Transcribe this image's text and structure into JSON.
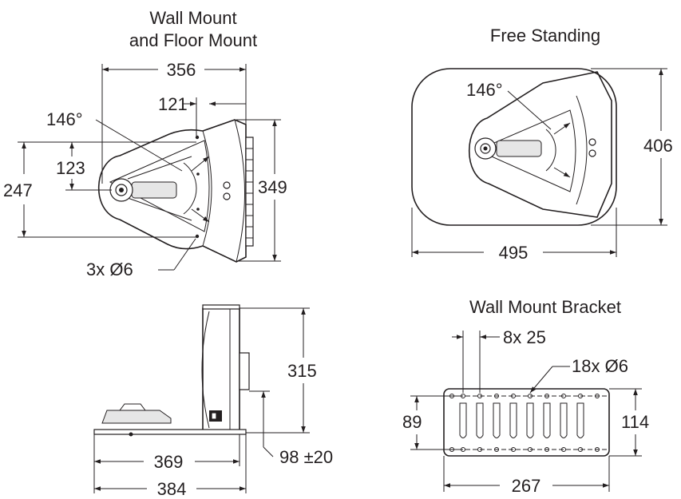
{
  "titles": {
    "wall_floor_line1": "Wall Mount",
    "wall_floor_line2": "and Floor Mount",
    "free_standing": "Free Standing",
    "wall_bracket": "Wall Mount Bracket"
  },
  "dimensions": {
    "top_width": "356",
    "offset_121": "121",
    "angle_left": "146°",
    "height_123": "123",
    "height_247": "247",
    "height_349": "349",
    "holes_3x": "3x Ø6",
    "angle_free": "146°",
    "height_406": "406",
    "width_495": "495",
    "height_315": "315",
    "depth_369": "369",
    "depth_384": "384",
    "range_98": "98 ±20",
    "slots_8x": "8x 25",
    "holes_18x": "18x Ø6",
    "bracket_89": "89",
    "bracket_114": "114",
    "bracket_267": "267"
  }
}
